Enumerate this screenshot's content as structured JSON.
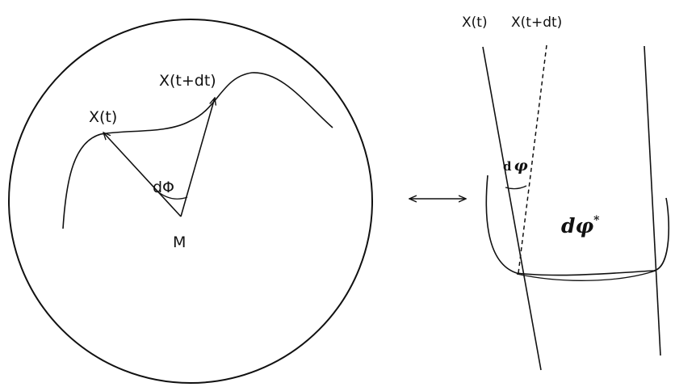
{
  "left_diagram": {
    "label_xt": "X(t)",
    "label_xtdt": "X(t+dt)",
    "label_angle": "dΦ",
    "label_center": "M"
  },
  "connector": {
    "symbol": "⟷"
  },
  "right_diagram": {
    "label_xt": "X(t)",
    "label_xtdt": "X(t+dt)",
    "label_angle_d": "d",
    "label_angle_phi": "φ",
    "label_arc_d": "d",
    "label_arc_phi": "φ",
    "label_arc_star": "*"
  },
  "colors": {
    "stroke": "#111111",
    "background": "#ffffff"
  }
}
